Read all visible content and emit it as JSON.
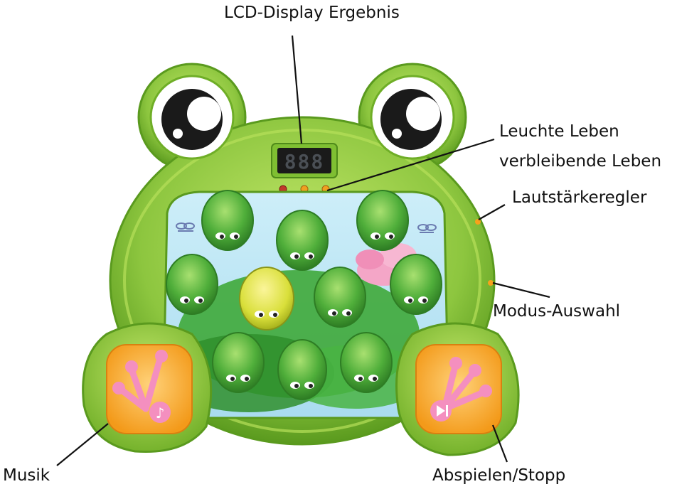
{
  "labels": {
    "lcd": "LCD-Display Ergebnis",
    "lights_line1": "Leuchte Leben",
    "lights_line2": "verbleibende Leben",
    "volume": "Lautstärkeregler",
    "mode": "Modus-Auswahl",
    "music": "Musik",
    "play_stop": "Abspielen/Stopp"
  },
  "display": {
    "digits": "888"
  },
  "colors": {
    "body_green": "#8dc63f",
    "body_dark": "#5a9a1e",
    "water": "#bfe6f5",
    "lily_pad": "#3fa83a",
    "button_pink": "#f48fbf",
    "button_orange": "#f7a21b",
    "lcd_bg": "#1a1a1a",
    "lcd_digit": "#4a4f55",
    "line": "#111111"
  }
}
